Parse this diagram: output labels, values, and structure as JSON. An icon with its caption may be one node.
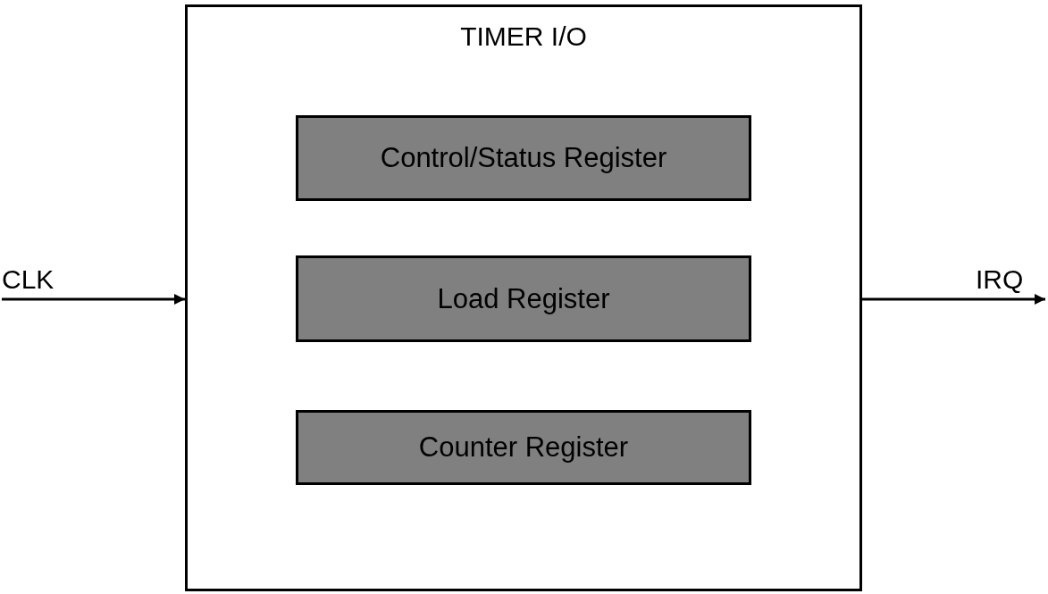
{
  "diagram": {
    "nodes": [
      {
        "text": [
          "CLK"
        ]
      },
      {
        "text": [
          "TIMER I/O"
        ]
      },
      {
        "text": [
          "Control/Status Register"
        ],
        "in": 1
      },
      {
        "text": [
          "Load Register"
        ],
        "in": 1
      },
      {
        "text": [
          "Counter Register"
        ],
        "in": 1
      },
      {
        "text": [
          "IRQ"
        ]
      }
    ],
    "edges": [
      {
        "from": 0,
        "to": 1,
        "arrow": "to"
      },
      {
        "from": 1,
        "to": 5,
        "arrow": "to"
      }
    ]
  }
}
